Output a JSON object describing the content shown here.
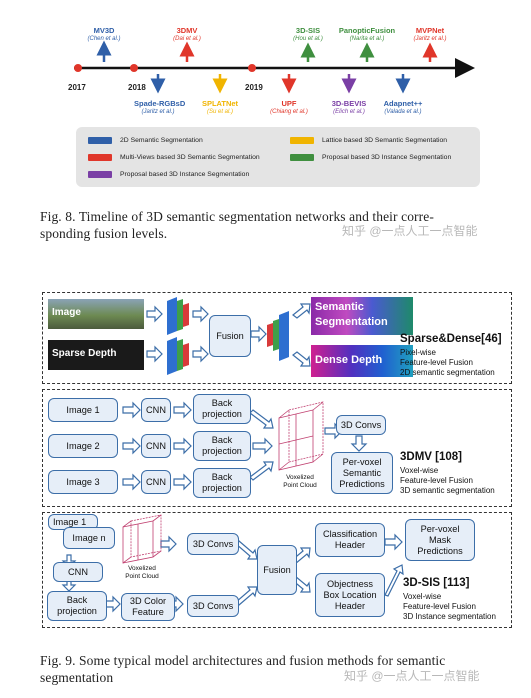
{
  "timeline": {
    "years": [
      "2017",
      "2018",
      "2019"
    ],
    "networks": [
      {
        "name": "MV3D",
        "authors": "(Chen et al.)",
        "color": "#2f5fa8"
      },
      {
        "name": "3DMV",
        "authors": "(Dai et al.)",
        "color": "#e0362a"
      },
      {
        "name": "Spade-RGBsD",
        "authors": "(Jaritz et al.)",
        "color": "#2f5fa8"
      },
      {
        "name": "SPLATNet",
        "authors": "(Su et al.)",
        "color": "#f0b400"
      },
      {
        "name": "UPF",
        "authors": "(Chiang et al.)",
        "color": "#e0362a"
      },
      {
        "name": "3D-SIS",
        "authors": "(Hou et al.)",
        "color": "#3f8f3f"
      },
      {
        "name": "PanopticFusion",
        "authors": "(Narita et al.)",
        "color": "#3f8f3f"
      },
      {
        "name": "3D-BEVIS",
        "authors": "(Elich et al.)",
        "color": "#7a3fa5"
      },
      {
        "name": "MVPNet",
        "authors": "(Jaritz et al.)",
        "color": "#e0362a"
      },
      {
        "name": "Adapnet++",
        "authors": "(Valada et al.)",
        "color": "#2f5fa8"
      }
    ],
    "legend": [
      {
        "label": "2D Semantic Segmentation",
        "color": "#2f5fa8"
      },
      {
        "label": "Lattice based 3D Semantic Segmentation",
        "color": "#f0b400"
      },
      {
        "label": "Multi-Views based 3D Semantic Segmentation",
        "color": "#e0362a"
      },
      {
        "label": "Proposal based 3D Instance Segmentation",
        "color": "#3f8f3f"
      },
      {
        "label": "Proposal based 3D Instance Segmentation",
        "color": "#7a3fa5"
      }
    ]
  },
  "fig8_caption_1": "Fig. 8.   Timeline of 3D semantic segmentation networks and their corre-",
  "fig8_caption_2": "sponding fusion levels.",
  "watermark_1": "知乎 @一点人工一点智能",
  "fig9": {
    "p1": {
      "image": "Image",
      "sparse_depth": "Sparse Depth",
      "fusion": "Fusion",
      "semantic": "Semantic",
      "segmentation": "Segmentation",
      "dense_depth": "Dense Depth",
      "title": "Sparse&Dense[46]",
      "l1": "Pixel-wise",
      "l2": "Feature-level Fusion",
      "l3": "2D semantic segmentation"
    },
    "p2": {
      "image1": "Image 1",
      "image2": "Image 2",
      "image3": "Image 3",
      "cnn": "CNN",
      "back1": "Back",
      "back2": "projection",
      "voxelized1": "Voxelized",
      "voxelized2": "Point Cloud",
      "convs": "3D Convs",
      "pv1": "Per-voxel",
      "pv2": "Semantic",
      "pv3": "Predictions",
      "title": "3DMV [108]",
      "l1": "Voxel-wise",
      "l2": "Feature-level Fusion",
      "l3": "3D semantic segmentation"
    },
    "p3": {
      "image1": "Image 1",
      "imagen": "Image n",
      "cnn": "CNN",
      "back1": "Back",
      "back2": "projection",
      "voxelized1": "Voxelized",
      "voxelized2": "Point Cloud",
      "convs": "3D Convs",
      "color1": "3D Color",
      "color2": "Feature",
      "fusion": "Fusion",
      "cls1": "Classification",
      "cls2": "Header",
      "obj1": "Objectness",
      "obj2": "Box Location",
      "obj3": "Header",
      "mask1": "Per-voxel",
      "mask2": "Mask",
      "mask3": "Predictions",
      "title": "3D-SIS [113]",
      "l1": "Voxel-wise",
      "l2": "Feature-level Fusion",
      "l3": "3D Instance segmentation"
    }
  },
  "fig9_caption_1": "Fig. 9.   Some typical model architectures and fusion methods for semantic",
  "fig9_caption_2": "segmentation",
  "watermark_2": "知乎 @一点人工一点智能"
}
